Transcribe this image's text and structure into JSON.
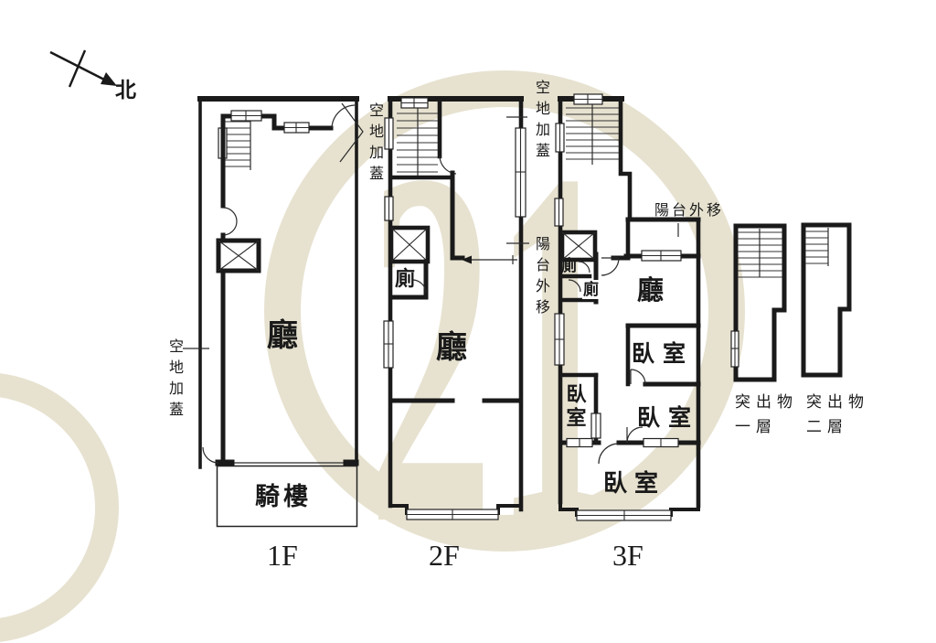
{
  "compass": {
    "north_label": "北"
  },
  "watermark": {
    "text": "21",
    "color": "#e7e2d0"
  },
  "annotations": {
    "f1_left_open_land": "空地加蓋",
    "f1_right_open_land": "空地加蓋",
    "f2_right_open_land": "空地加蓋",
    "f2_balcony_moved": "陽台外移",
    "f3_balcony_moved": "陽台外移"
  },
  "floor1": {
    "label": "1F",
    "hall": "廳",
    "arcade": "騎樓"
  },
  "floor2": {
    "label": "2F",
    "hall": "廳",
    "toilet": "廁"
  },
  "floor3": {
    "label": "3F",
    "hall": "廳",
    "toilet_1": "廁",
    "toilet_2": "廁",
    "bedroom_mid": "臥室",
    "bedroom_left": "臥室",
    "bedroom_right": "臥室",
    "bedroom_bottom": "臥室"
  },
  "protrusion1": {
    "line1": "突出物",
    "line2": "一層"
  },
  "protrusion2": {
    "line1": "突出物",
    "line2": "二層"
  }
}
